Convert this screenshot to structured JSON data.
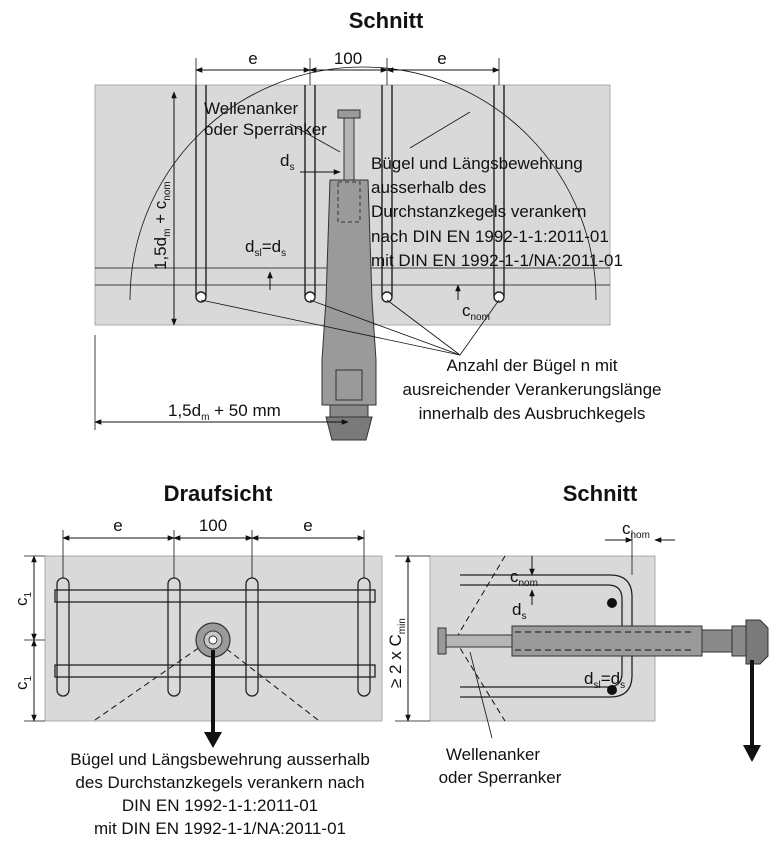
{
  "colors": {
    "concrete": "#d9d9d9",
    "anchor": "#9a9a9a",
    "ink": "#111111"
  },
  "top_section": {
    "title": "Schnitt",
    "dim_e_left": "e",
    "dim_100": "100",
    "dim_e_right": "e",
    "anchor_label_1": "Wellenanker",
    "anchor_label_2": "oder Sperranker",
    "ds": "d",
    "ds_sub": "s",
    "dsl_d": "d",
    "dsl_sub": "sl",
    "dsl_eq": "=d",
    "dsl_sub2": "s",
    "vert_dim_a": "1,5d",
    "vert_dim_a_sub": "m",
    "vert_dim_b": " + c",
    "vert_dim_b_sub": "nom",
    "cnom": "c",
    "cnom_sub": "nom",
    "note_1": "Bügel und Längsbewehrung",
    "note_2": "ausserhalb des",
    "note_3": "Durchstanzkegels verankern",
    "note_4": "nach DIN EN 1992-1-1:2011-01",
    "note_5": "mit DIN EN 1992-1-1/NA:2011-01",
    "count_1": "Anzahl der Bügel n mit",
    "count_2": "ausreichender Verankerungslänge",
    "count_3": "innerhalb des Ausbruchkegels",
    "horiz_dim_a": "1,5d",
    "horiz_dim_a_sub": "m",
    "horiz_dim_b": " + 50 mm"
  },
  "plan_view": {
    "title": "Draufsicht",
    "dim_e_left": "e",
    "dim_100": "100",
    "dim_e_right": "e",
    "c1_top": "c",
    "c1_top_sub": "1",
    "c1_bottom": "c",
    "c1_bottom_sub": "1",
    "note_1": "Bügel und Längsbewehrung ausserhalb",
    "note_2": "des Durchstanzkegels verankern nach",
    "note_3": "DIN EN 1992-1-1:2011-01",
    "note_4": "mit DIN EN 1992-1-1/NA:2011-01"
  },
  "side_section": {
    "title": "Schnitt",
    "cnom_top": "c",
    "cnom_top_sub": "nom",
    "cnom_inner": "c",
    "cnom_inner_sub": "nom",
    "ds": "d",
    "ds_sub": "s",
    "dsl_d": "d",
    "dsl_sub": "sl",
    "dsl_eq": "=d",
    "dsl_sub2": "s",
    "vert_dim": "≥ 2 x C",
    "vert_dim_sub": "min",
    "anchor_label_1": "Wellenanker",
    "anchor_label_2": "oder Sperranker"
  }
}
